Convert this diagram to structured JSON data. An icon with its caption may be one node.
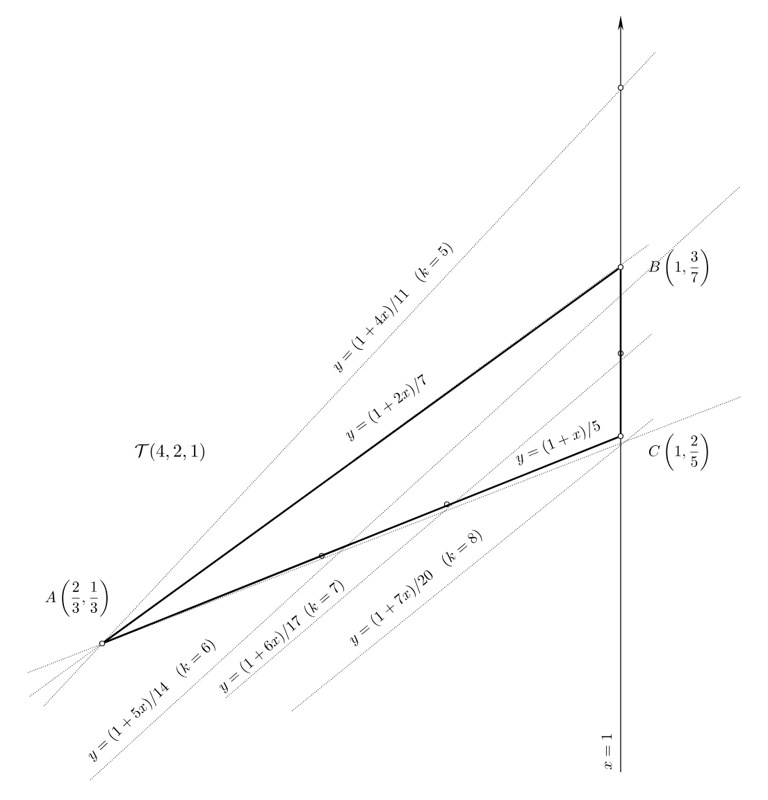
{
  "diagram": {
    "nodes": [
      {
        "text": [],
        "shape": "circle",
        "beside": [
          "A\\left(\\frac{2}{3},\\frac{1}{3}\\right)"
        ]
      },
      {
        "text": [],
        "shape": "circle",
        "beside": [
          "B\\left(1,\\frac{3}{7}\\right)"
        ]
      },
      {
        "text": [],
        "shape": "circle",
        "beside": [
          "C\\left(1,\\frac{2}{5}\\right)"
        ]
      },
      {
        "text": [],
        "shape": "circle"
      },
      {
        "text": [],
        "shape": "circle"
      },
      {
        "text": [],
        "shape": "circle"
      },
      {
        "text": [],
        "shape": "circle"
      }
    ],
    "edges": [
      {
        "from": 0,
        "to": 1,
        "arrow": "none",
        "label": "y=(1+2x)/7"
      },
      {
        "from": 0,
        "to": 2,
        "arrow": "none",
        "label": "y=(1+x)/5"
      },
      {
        "from": 1,
        "to": 2,
        "arrow": "none"
      }
    ],
    "labels": [
      "\\mathcal{T}(4,2,1)",
      "y=(1+4x)/11\\quad(k=5)",
      "y=(1+5x)/14\\quad(k=6)",
      "y=(1+6x)/17\\ \\ (k=7)",
      "y=(1+7x)/20\\quad(k=8)",
      "x=1"
    ]
  }
}
